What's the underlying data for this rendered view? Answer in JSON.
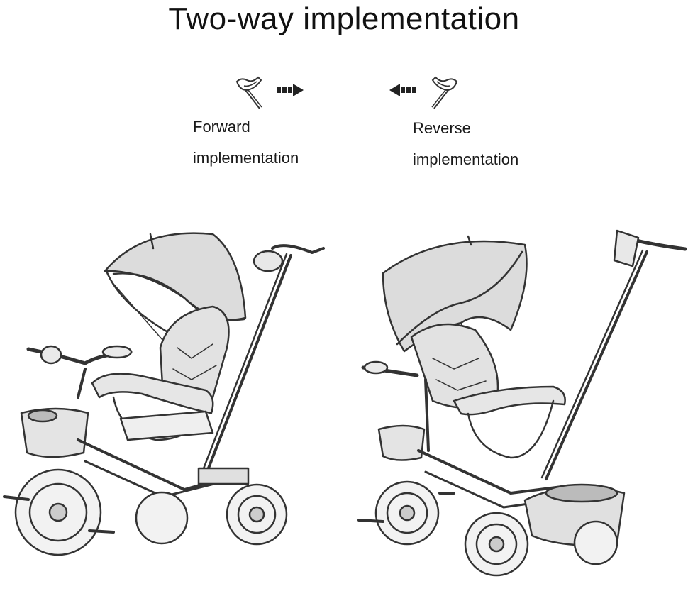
{
  "title": "Two-way implementation",
  "forward": {
    "line1": "Forward",
    "line2": "implementation",
    "handle_icon": "push-handle-icon",
    "arrow_icon": "arrow-right-icon"
  },
  "reverse": {
    "line1": "Reverse",
    "line2": "implementation",
    "handle_icon": "push-handle-icon",
    "arrow_icon": "arrow-left-icon"
  },
  "illustrations": [
    "tricycle-forward-facing",
    "tricycle-reverse-facing"
  ],
  "colors": {
    "line": "#333333",
    "fabric": "#d9d9d9",
    "background": "#ffffff"
  }
}
